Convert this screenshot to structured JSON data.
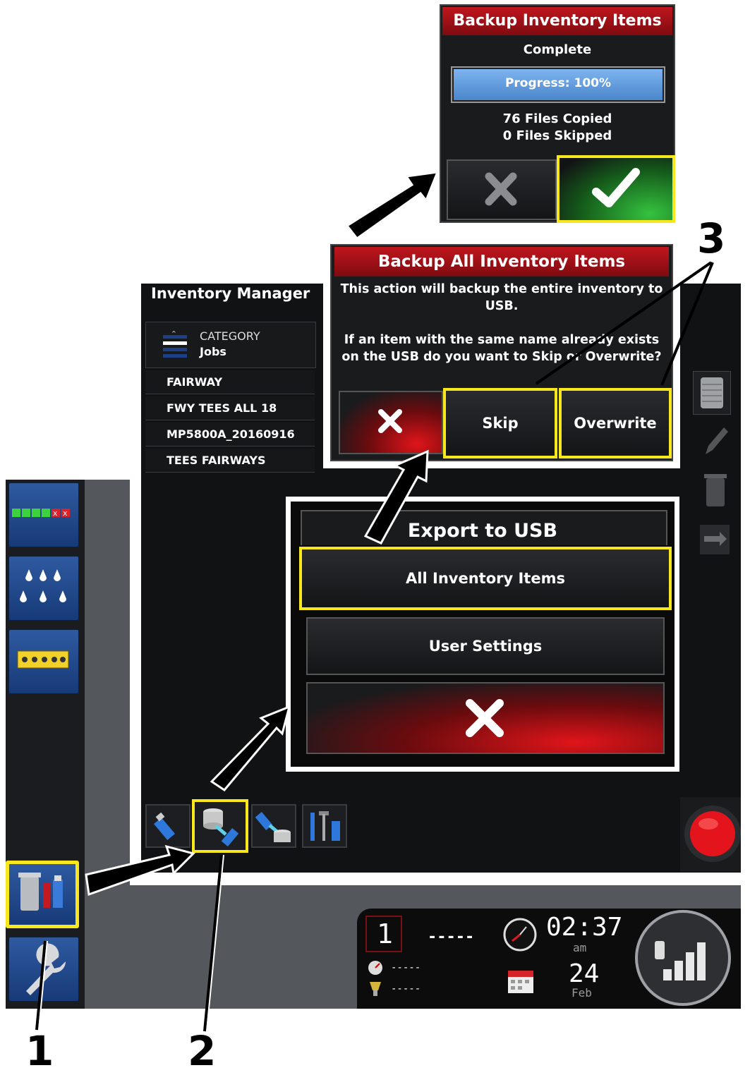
{
  "inventory_manager": {
    "title": "Inventory Manager",
    "category_label": "CATEGORY",
    "category_value": "Jobs",
    "items": [
      "FAIRWAY",
      "FWY TEES ALL 18",
      "MP5800A_20160916",
      "TEES FAIRWAYS"
    ]
  },
  "export_dialog": {
    "title": "Export to USB",
    "option_all": "All Inventory Items",
    "option_user": "User Settings"
  },
  "backup_all_dialog": {
    "title": "Backup All Inventory Items",
    "message_1": "This action will backup the entire inventory to USB.",
    "message_2": "If an item with the same name already exists on the USB do you want to Skip or Overwrite?",
    "skip_label": "Skip",
    "overwrite_label": "Overwrite"
  },
  "backup_progress_dialog": {
    "title": "Backup Inventory Items",
    "status": "Complete",
    "progress_label": "Progress: 100%",
    "progress_value": 1.0,
    "files_copied": "76 Files Copied",
    "files_skipped": "0 Files Skipped"
  },
  "status_bar": {
    "channel": "1",
    "channel_value": "-----",
    "time": "02:37",
    "ampm": "am",
    "day": "24",
    "month": "Feb",
    "sub_value_1": "-----",
    "sub_value_2": "-----"
  },
  "callouts": {
    "one": "1",
    "two": "2",
    "three": "3"
  },
  "colors": {
    "highlight": "#f7e71c",
    "title_red": "#b5141b",
    "progress_blue": "#5b95d6",
    "confirm_green": "#2fb03a"
  }
}
